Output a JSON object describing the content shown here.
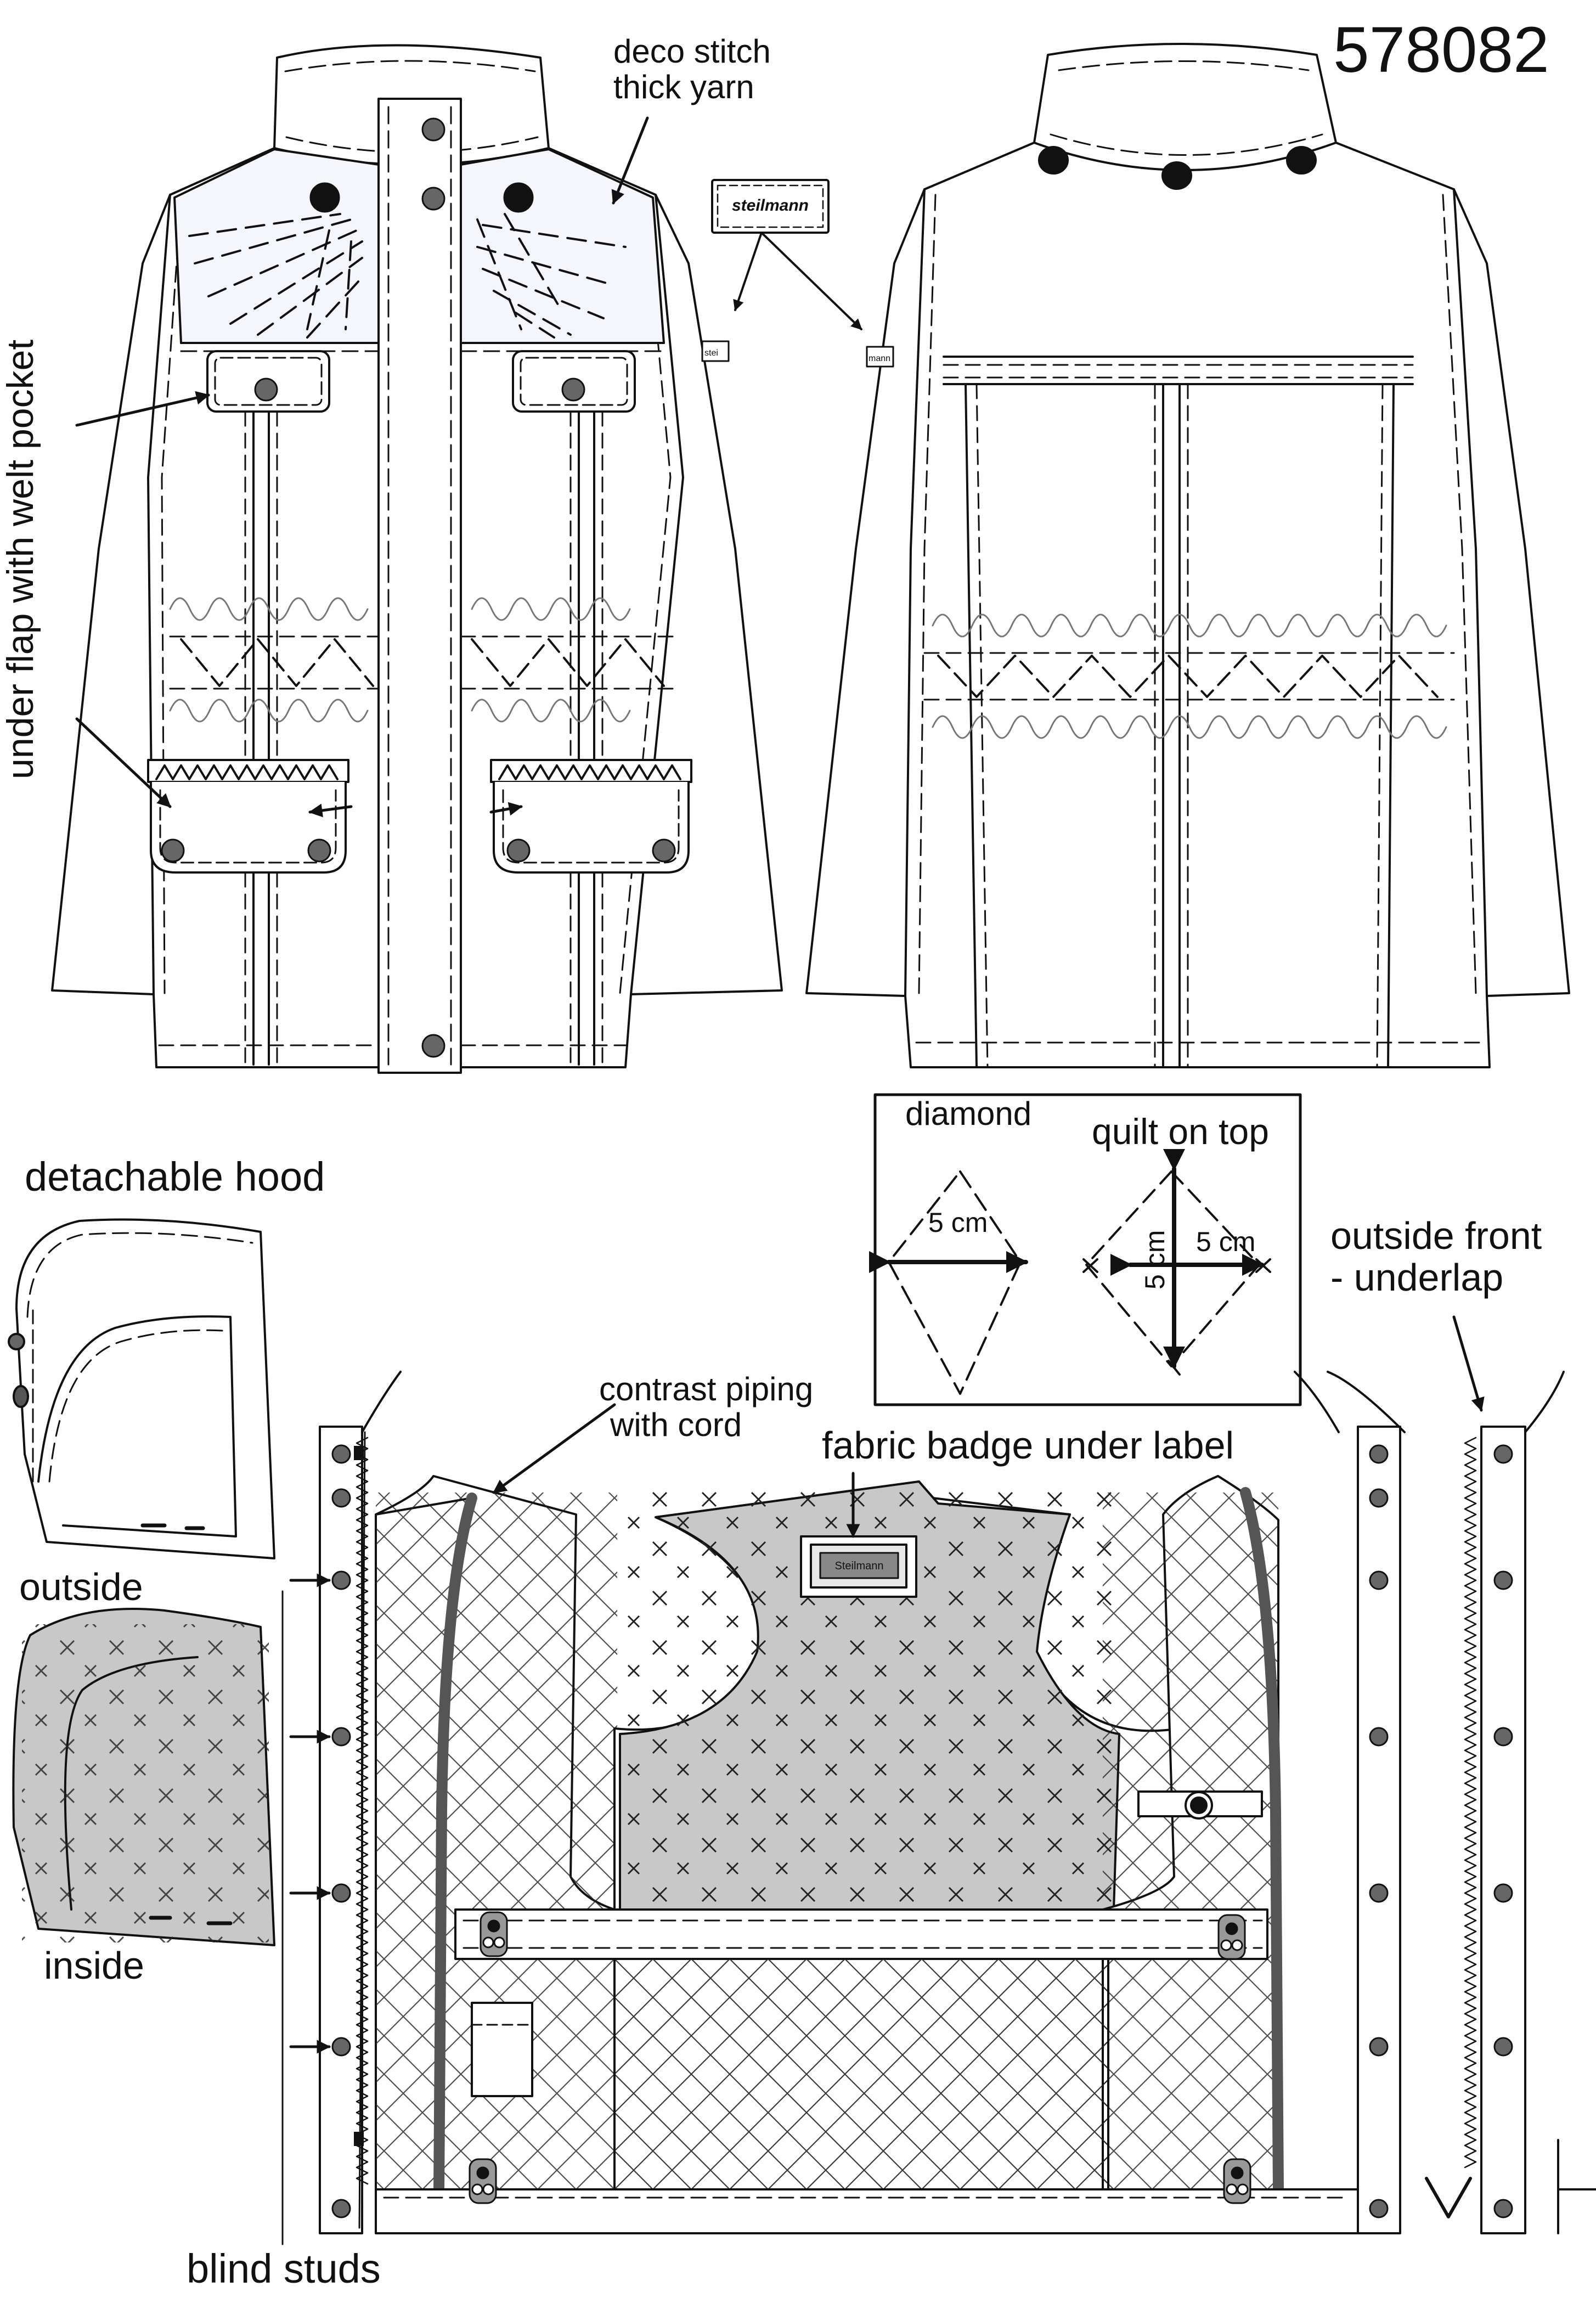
{
  "style_number": "578082",
  "brand_label": "steilmann",
  "brand_label_short": "stei",
  "brand_label_short_back": "mann",
  "badge_text": "Steilmann",
  "callouts": {
    "deco_stitch": [
      "deco stitch",
      "thick yarn"
    ],
    "under_flap": "under flap with welt pocket",
    "detachable_hood": "detachable hood",
    "outside": "outside",
    "inside": "inside",
    "blind_studs": "blind studs",
    "contrast_piping": [
      "contrast piping",
      "with cord"
    ],
    "fabric_badge": "fabric badge under label",
    "outside_front": [
      "outside front",
      "- underlap"
    ]
  },
  "quilt_legend": {
    "diamond_title": "diamond",
    "quilt_title": "quilt on top",
    "diamond_width": "5 cm",
    "quilt_width": "5 cm",
    "quilt_height": "5 cm"
  },
  "colors": {
    "line": "#111111",
    "quilt_fill": "#c8c8c8",
    "lining_fill": "#f4f4f4",
    "stud": "#666666",
    "button": "#111111",
    "piping": "#555555",
    "background": "#ffffff"
  }
}
